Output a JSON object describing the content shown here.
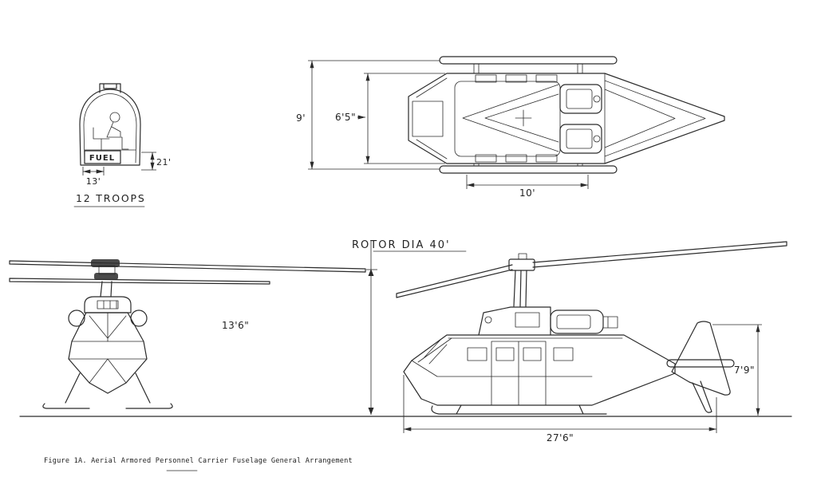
{
  "colors": {
    "ink": "#2b2b2b",
    "paper": "#ffffff"
  },
  "figure": {
    "caption": "Figure 1A.  Aerial Armored Personnel Carrier Fuselage General Arrangement"
  },
  "cross_section": {
    "fuel_label": "FUEL",
    "troops_label": "12 TROOPS",
    "bottom_dim": "13'",
    "side_dim": "21'"
  },
  "top_view": {
    "overall_width_dim": "9'",
    "cabin_width_dim": "6'5\"",
    "cabin_length_dim": "10'"
  },
  "rotor": {
    "diameter_label": "ROTOR DIA 40'"
  },
  "front_view": {
    "height_dim": "13'6\""
  },
  "side_view": {
    "tail_height_dim": "7'9\"",
    "length_dim": "27'6\""
  }
}
